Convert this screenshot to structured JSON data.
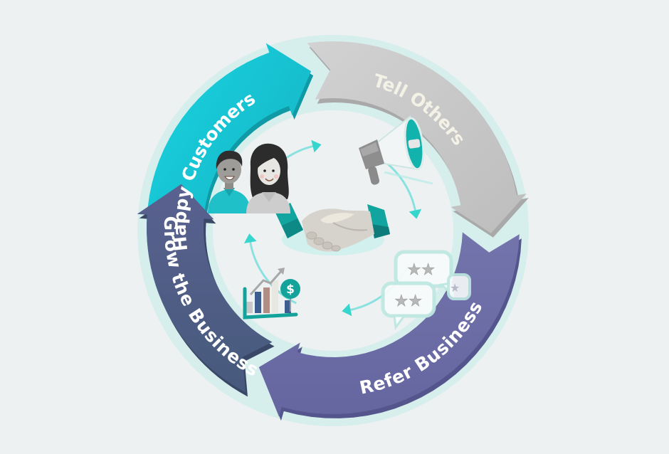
{
  "diagram": {
    "type": "cycle",
    "direction": "clockwise",
    "background": "#eef1f2",
    "steps": [
      {
        "label": "Happy Customers",
        "color": "#1fc4d1",
        "text_color": "#ffffff",
        "icon": "customers-icon"
      },
      {
        "label": "Tell Others",
        "color": "#c9c9c9",
        "text_color": "#f4f1e6",
        "icon": "megaphone-icon"
      },
      {
        "label": "Refer Business",
        "color": "#6e6ea8",
        "text_color": "#ffffff",
        "icon": "review-bubbles-icon"
      },
      {
        "label": "Grow the Business",
        "color": "#4e5f82",
        "text_color": "#ffffff",
        "icon": "growth-chart-icon"
      }
    ],
    "center_icon": "handshake-icon",
    "accent": "#36d6cf",
    "inner_flow_arrows": 4,
    "symbols": {
      "currency": "$"
    },
    "review_rating_stars": [
      2,
      2
    ]
  }
}
